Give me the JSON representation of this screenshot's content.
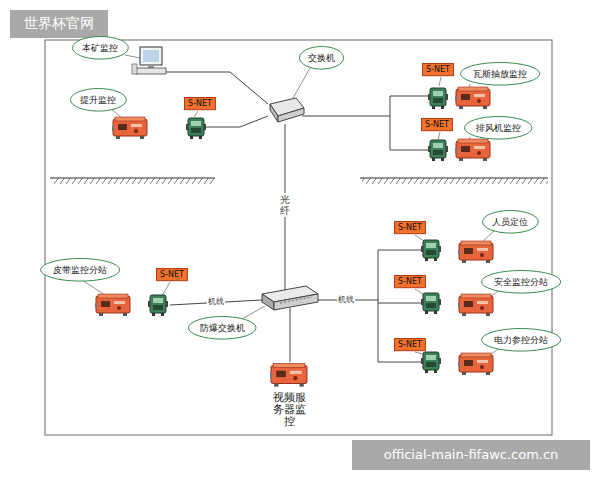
{
  "diagram": {
    "nodes": [
      {
        "text": [
          "本矿监控"
        ]
      },
      {
        "text": [
          "交换机"
        ]
      },
      {
        "text": [
          "提升监控"
        ]
      },
      {
        "text": [
          "S-NET"
        ]
      },
      {
        "text": [
          "S-NET"
        ]
      },
      {
        "text": [
          "瓦斯抽放监控"
        ]
      },
      {
        "text": [
          "S-NET"
        ]
      },
      {
        "text": [
          "排风机监控"
        ]
      },
      {
        "text": [
          "人员定位"
        ]
      },
      {
        "text": [
          "S-NET"
        ]
      },
      {
        "text": [
          "皮带监控分站"
        ]
      },
      {
        "text": [
          "S-NET"
        ]
      },
      {
        "text": [
          "S-NET"
        ]
      },
      {
        "text": [
          "安全监控分站"
        ]
      },
      {
        "text": [
          "防爆交换机"
        ]
      },
      {
        "text": [
          "S-NET"
        ]
      },
      {
        "text": [
          "电力参控分站"
        ]
      }
    ],
    "labels": [
      "光纤",
      "机线",
      "机线",
      "视频服务器监控",
      "世界杯官网",
      "official-main-fifawc.com.cn"
    ]
  }
}
